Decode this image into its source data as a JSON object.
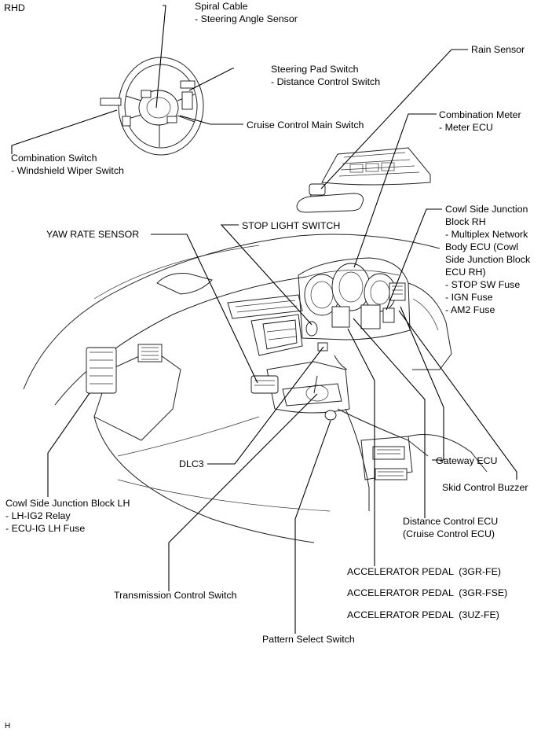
{
  "labels": {
    "rhd": "RHD",
    "spiral_cable": "Spiral Cable\n- Steering Angle Sensor",
    "rain_sensor": "Rain Sensor",
    "steering_pad_switch": "Steering Pad Switch\n- Distance Control Switch",
    "combination_meter": "Combination Meter\n- Meter ECU",
    "cruise_control_main_switch": "Cruise Control Main Switch",
    "combination_switch": "Combination Switch\n- Windshield Wiper Switch",
    "cowl_side_junction_block_rh": "Cowl Side Junction\nBlock RH\n- Multiplex Network\nBody ECU (Cowl\nSide Junction Block\nECU RH)\n- STOP SW Fuse\n- IGN Fuse\n- AM2 Fuse",
    "yaw_rate_sensor": "YAW RATE SENSOR",
    "stop_light_switch": "STOP LIGHT SWITCH",
    "dlc3": "DLC3",
    "gateway_ecu": "Gateway ECU",
    "skid_control_buzzer": "Skid Control Buzzer",
    "cowl_side_junction_block_lh": "Cowl Side Junction Block LH\n- LH-IG2 Relay\n- ECU-IG LH Fuse",
    "distance_control_ecu": "Distance Control ECU\n(Cruise Control ECU)",
    "accelerator_pedal_3grfe": "ACCELERATOR PEDAL  (3GR-FE)",
    "accelerator_pedal_3grfse": "ACCELERATOR PEDAL  (3GR-FSE)",
    "accelerator_pedal_3uzfe": "ACCELERATOR PEDAL  (3UZ-FE)",
    "transmission_control_switch": "Transmission Control Switch",
    "pattern_select_switch": "Pattern Select Switch",
    "page_mark": "H"
  }
}
